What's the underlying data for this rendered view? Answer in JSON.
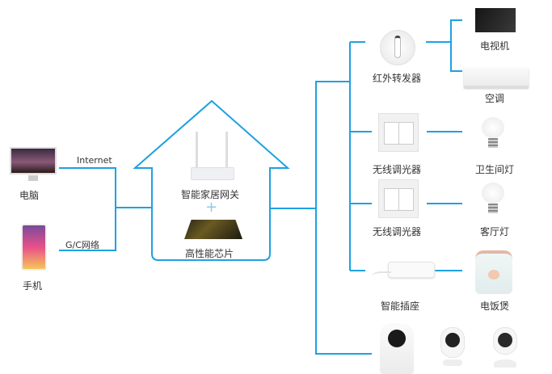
{
  "colors": {
    "line": "#1ea1e0",
    "text": "#333333"
  },
  "left": {
    "computer": {
      "label": "电脑",
      "icon": "desktop-computer-icon"
    },
    "phone": {
      "label": "手机",
      "icon": "smartphone-icon"
    },
    "link_internet": "Internet",
    "link_mobile": "G/C网络"
  },
  "house": {
    "gateway_label": "智能家居网关",
    "plus": "+",
    "chip_label": "高性能芯片"
  },
  "devices": {
    "ir": {
      "label": "红外转发器",
      "targets": [
        {
          "label": "电视机"
        },
        {
          "label": "空调"
        }
      ]
    },
    "dimmer1": {
      "label": "无线调光器",
      "target": "卫生间灯"
    },
    "dimmer2": {
      "label": "无线调光器",
      "target": "客厅灯"
    },
    "socket": {
      "label": "智能插座",
      "target": "电饭煲"
    },
    "cameras": [
      "camera-1",
      "camera-2",
      "camera-3"
    ]
  }
}
